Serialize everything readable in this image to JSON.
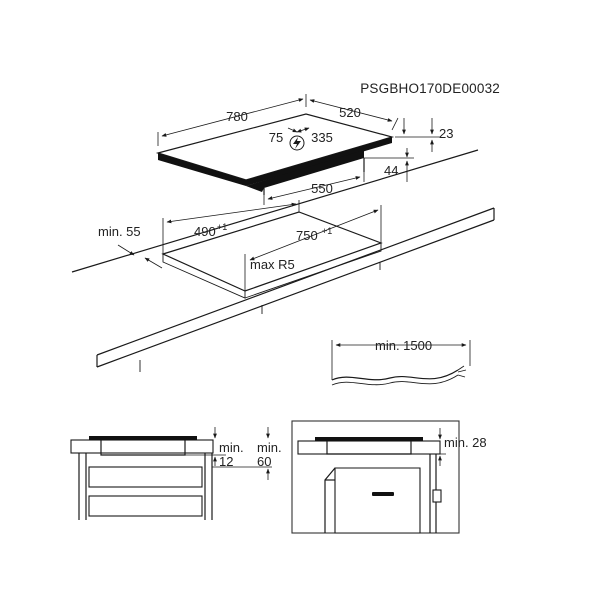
{
  "diagram": {
    "code": "PSGBHO170DE00032",
    "top_view": {
      "width_780": "780",
      "depth_520": "520",
      "dim_75": "75",
      "dim_335": "335",
      "height_23": "23",
      "height_44": "44",
      "width_550": "550"
    },
    "cutout": {
      "min_55": "min. 55",
      "depth_490": "490",
      "depth_490_tol": "+1",
      "width_750": "750",
      "width_750_tol": "+1",
      "radius": "max R5"
    },
    "cable": {
      "min_1500": "min. 1500"
    },
    "side_left": {
      "min_12_a": "min.",
      "min_12_b": "12",
      "min_60_a": "min.",
      "min_60_b": "60"
    },
    "side_right": {
      "min_28": "min. 28"
    }
  }
}
